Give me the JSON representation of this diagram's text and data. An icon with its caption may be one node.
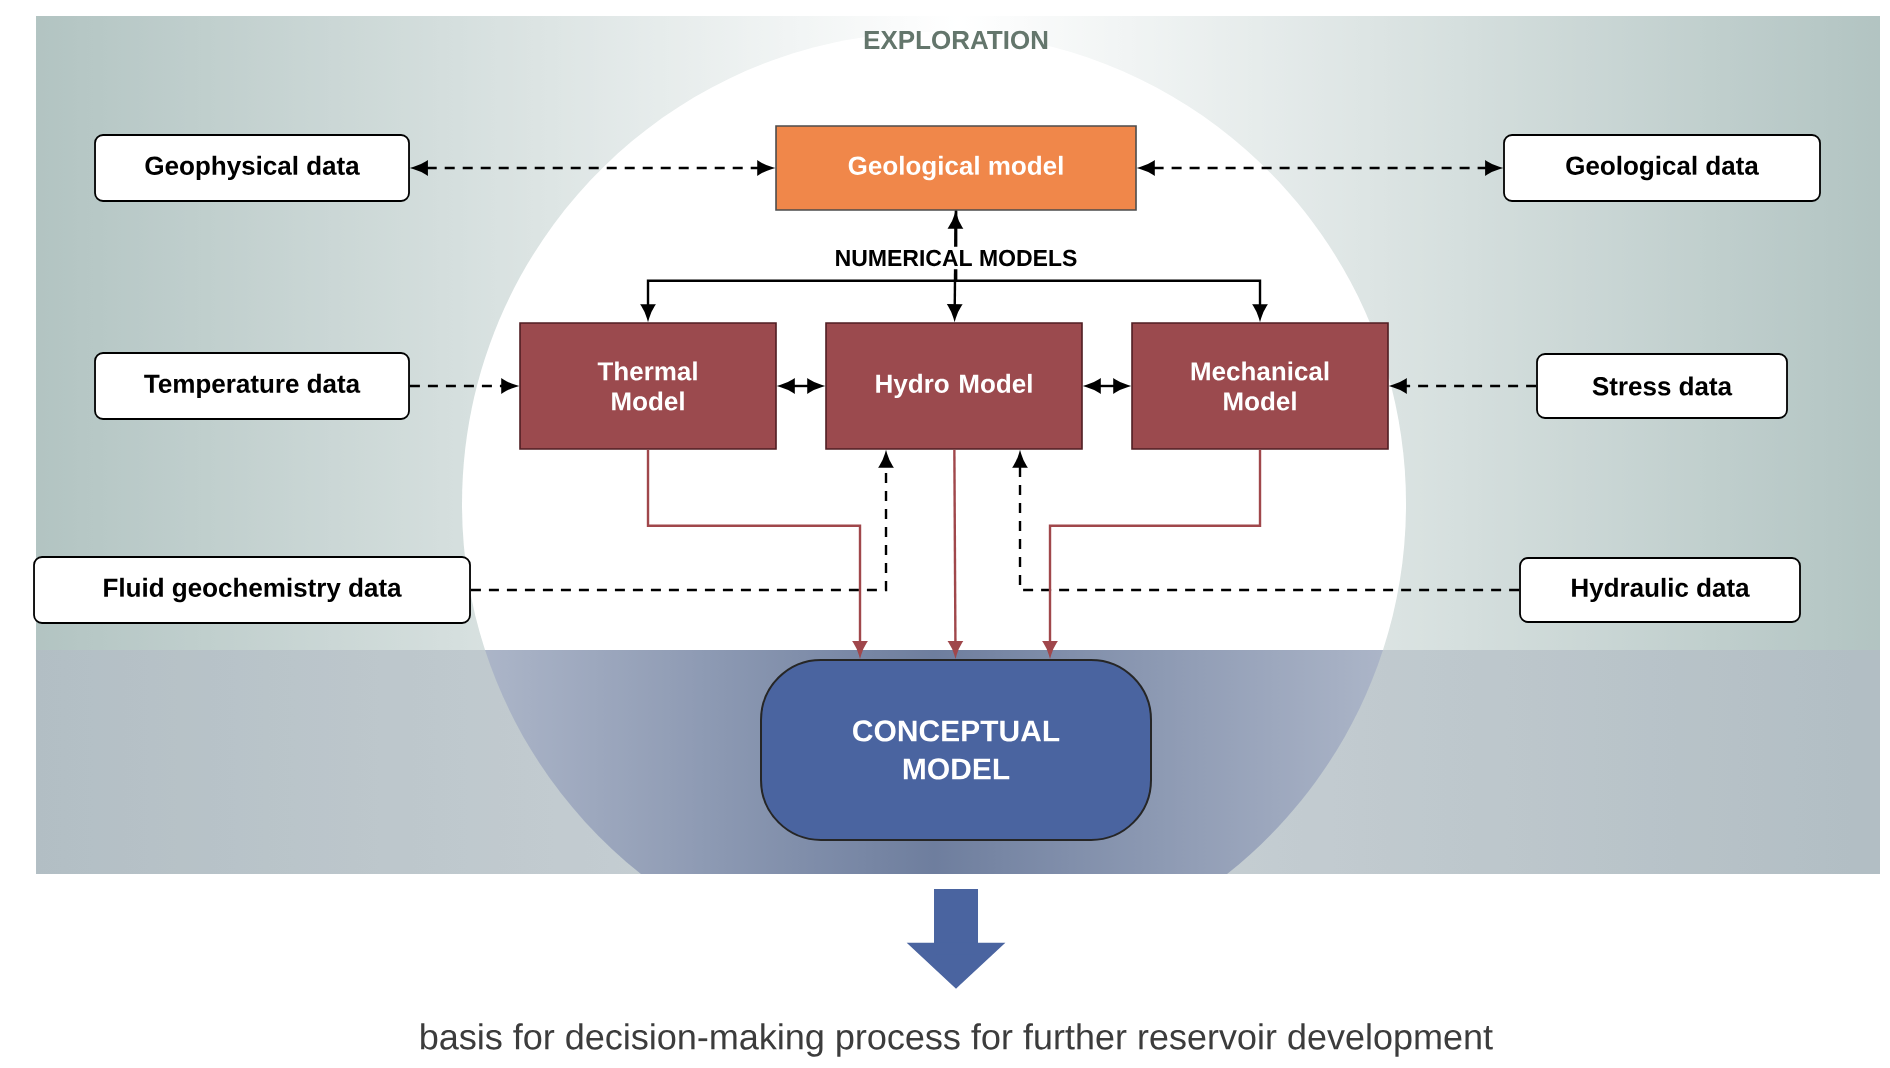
{
  "diagram": {
    "nodes": [
      {
        "text": [
          "Geophysical data"
        ]
      },
      {
        "text": [
          "Geological model"
        ]
      },
      {
        "text": [
          "Geological data"
        ]
      },
      {
        "text": [
          "Temperature data"
        ]
      },
      {
        "text": [
          "Thermal Model"
        ]
      },
      {
        "text": [
          "Hydro Model"
        ]
      },
      {
        "text": [
          "Mechanical Model"
        ]
      },
      {
        "text": [
          "Stress data"
        ]
      },
      {
        "text": [
          "Fluid geochemistry data"
        ]
      },
      {
        "text": [
          "Hydraulic data"
        ]
      },
      {
        "text": [
          "CONCEPTUAL MODEL"
        ]
      },
      {
        "text": [
          "basis for decision-making process for further reservoir development"
        ]
      }
    ],
    "edges": [
      {
        "from": 0,
        "to": 1,
        "arrow": "both",
        "style": "dashed"
      },
      {
        "from": 1,
        "to": 2,
        "arrow": "both",
        "style": "dashed"
      },
      {
        "from": 1,
        "to": 5,
        "arrow": "both"
      },
      {
        "from": 1,
        "to": 4,
        "arrow": "to"
      },
      {
        "from": 1,
        "to": 6,
        "arrow": "to"
      },
      {
        "from": 4,
        "to": 5,
        "arrow": "both"
      },
      {
        "from": 5,
        "to": 6,
        "arrow": "both"
      },
      {
        "from": 3,
        "to": 4,
        "arrow": "to",
        "style": "dashed"
      },
      {
        "from": 7,
        "to": 6,
        "arrow": "to",
        "style": "dashed"
      },
      {
        "from": 8,
        "to": 5,
        "arrow": "to",
        "style": "dashed"
      },
      {
        "from": 9,
        "to": 5,
        "arrow": "to",
        "style": "dashed"
      },
      {
        "from": 4,
        "to": 10,
        "arrow": "to",
        "color": "#a0474b"
      },
      {
        "from": 5,
        "to": 10,
        "arrow": "to",
        "color": "#a0474b"
      },
      {
        "from": 6,
        "to": 10,
        "arrow": "to",
        "color": "#a0474b"
      },
      {
        "from": 10,
        "to": 11,
        "arrow": "to",
        "style": "thick",
        "color": "#4a64a0"
      }
    ],
    "labels": [
      "EXPLORATION",
      "NUMERICAL MODELS"
    ]
  }
}
